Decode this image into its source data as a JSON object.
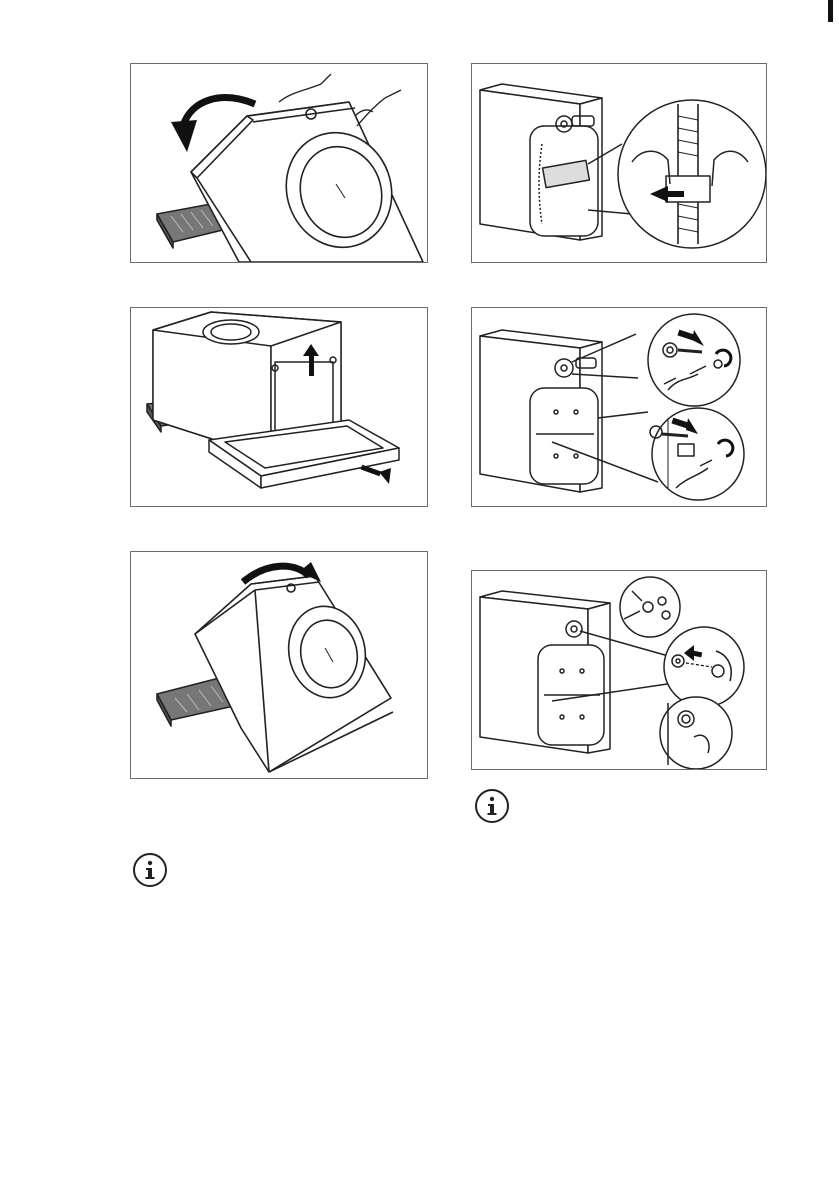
{
  "page": {
    "figures": [
      {
        "id": "fig-tilt-back",
        "icon": "tilt-machine-back-icon"
      },
      {
        "id": "fig-hose-clip",
        "icon": "remove-hose-clip-icon"
      },
      {
        "id": "fig-remove-base",
        "icon": "remove-packaging-base-icon"
      },
      {
        "id": "fig-remove-bolts",
        "icon": "unscrew-transit-bolts-icon"
      },
      {
        "id": "fig-tilt-upright",
        "icon": "tilt-machine-upright-icon"
      },
      {
        "id": "fig-insert-caps",
        "icon": "insert-plastic-caps-icon"
      }
    ],
    "notes": [
      {
        "id": "note-left",
        "icon": "info-icon"
      },
      {
        "id": "note-right",
        "icon": "info-icon"
      }
    ]
  }
}
